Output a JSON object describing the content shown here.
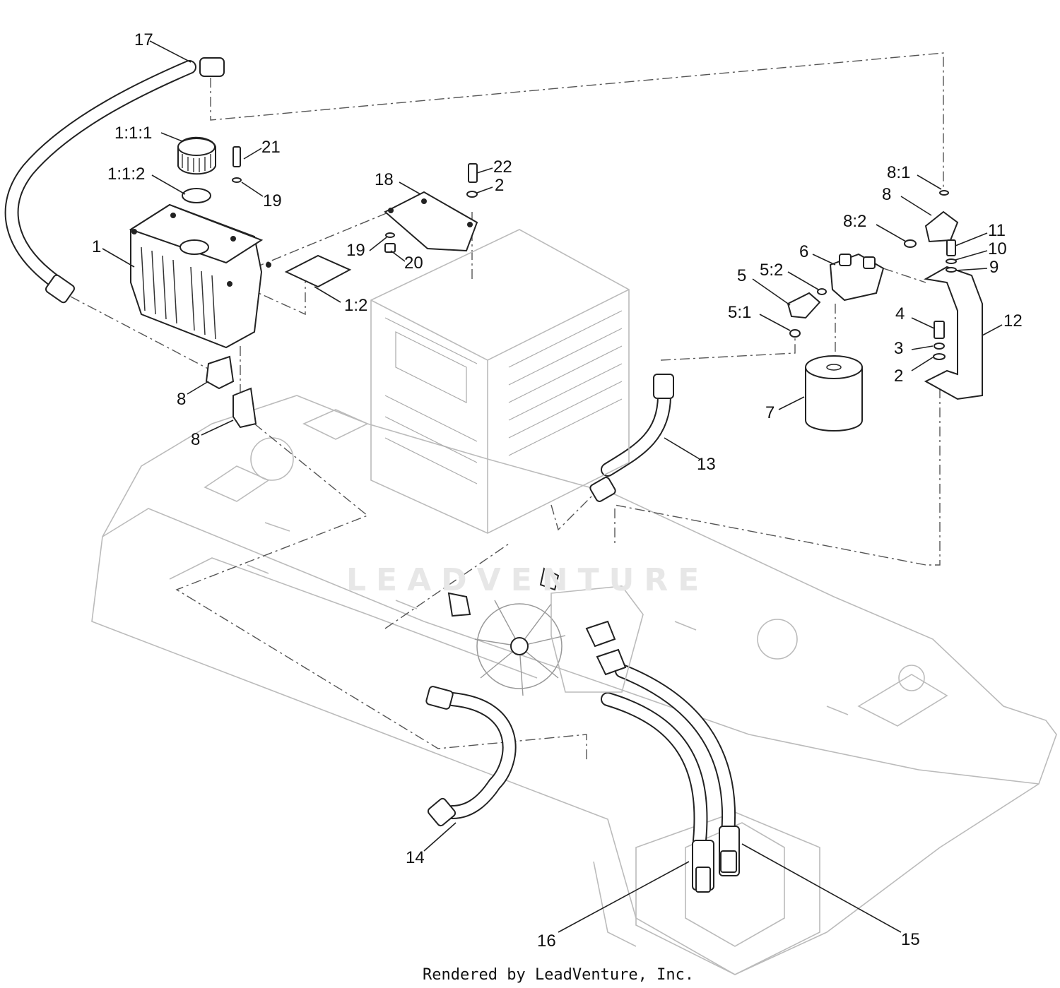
{
  "watermark": "LEADVENTURE",
  "credit": "Rendered by LeadVenture, Inc.",
  "callouts": {
    "c17": "17",
    "c111": "1:1:1",
    "c112": "1:1:2",
    "c21": "21",
    "c19a": "19",
    "c1": "1",
    "c12a": "1:2",
    "c8a": "8",
    "c8b": "8",
    "c18": "18",
    "c22": "22",
    "c2a": "2",
    "c19b": "19",
    "c20": "20",
    "c81": "8:1",
    "c8c": "8",
    "c82": "8:2",
    "c11": "11",
    "c10": "10",
    "c9": "9",
    "c6": "6",
    "c52": "5:2",
    "c5": "5",
    "c51": "5:1",
    "c4": "4",
    "c3": "3",
    "c2b": "2",
    "c12": "12",
    "c7": "7",
    "c13": "13",
    "c14": "14",
    "c16": "16",
    "c15": "15"
  }
}
